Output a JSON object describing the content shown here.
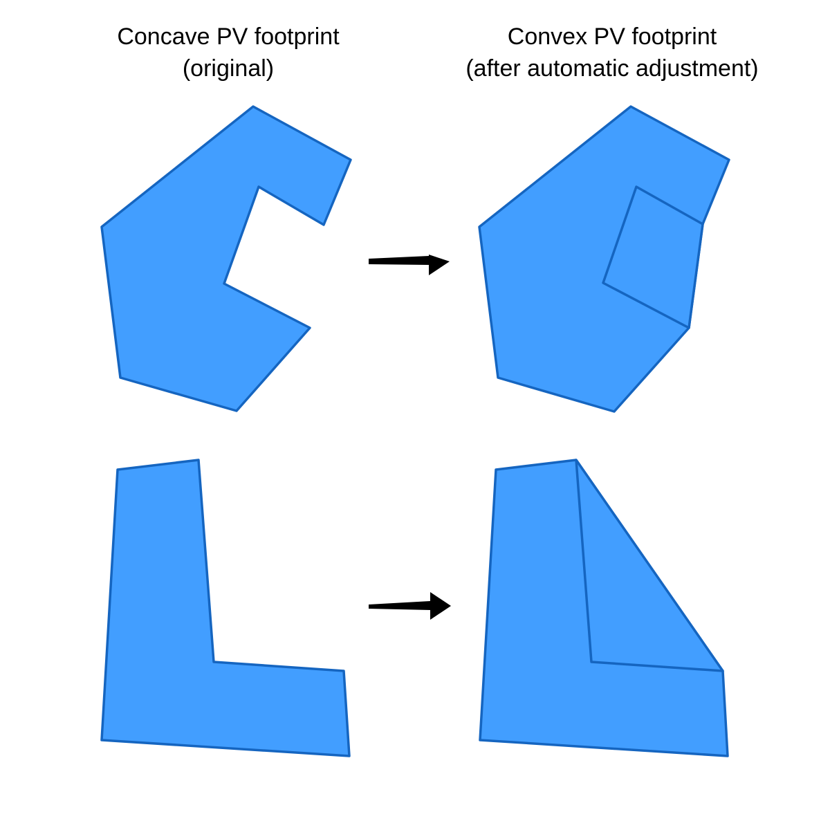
{
  "headings": {
    "left": {
      "line1": "Concave PV footprint",
      "line2": "(original)"
    },
    "right": {
      "line1": "Convex PV footprint",
      "line2": "(after automatic adjustment)"
    }
  },
  "colors": {
    "fill": "#429EFF",
    "stroke": "#1565C0",
    "arrow": "#000000"
  }
}
